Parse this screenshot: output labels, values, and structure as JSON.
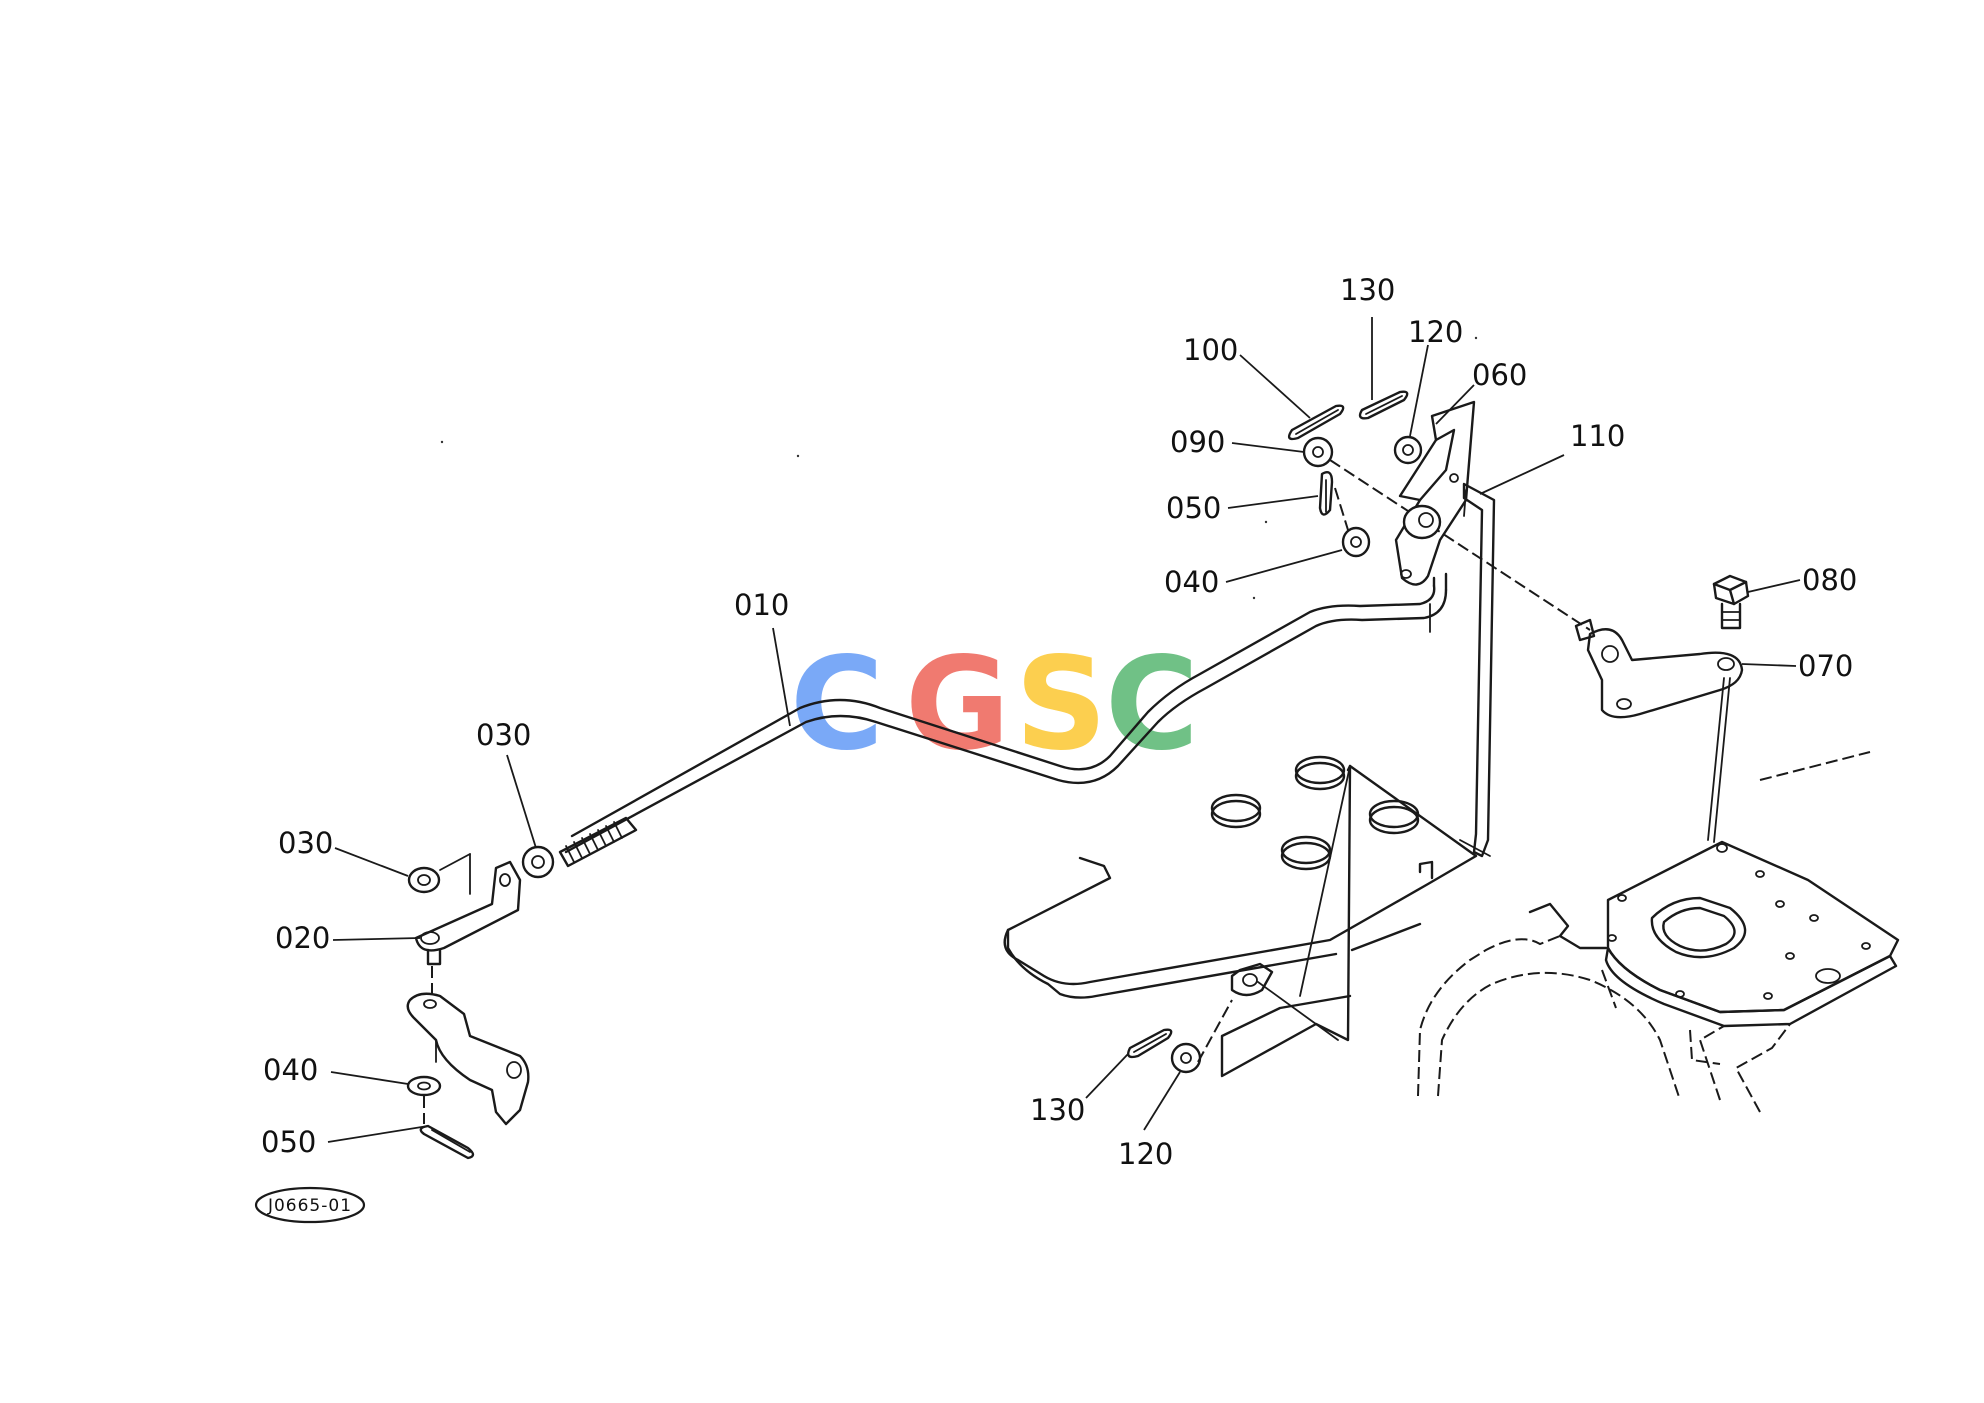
{
  "diagram": {
    "reference_code": "J0665-01",
    "watermark": {
      "letters": [
        "C",
        "G",
        "S",
        "C"
      ],
      "colors": [
        "#4285F4",
        "#EA4335",
        "#FBBC05",
        "#34A853"
      ]
    },
    "callouts": {
      "p010": "010",
      "p020": "020",
      "p030_left": "030",
      "p030_right": "030",
      "p040_left": "040",
      "p050_left": "050",
      "p100": "100",
      "p130_top": "130",
      "p120_top": "120",
      "p060": "060",
      "p110": "110",
      "p090": "090",
      "p050_right": "050",
      "p040_right": "040",
      "p080": "080",
      "p070": "070",
      "p130_bottom": "130",
      "p120_bottom": "120"
    },
    "line_color": "#1a1a1a"
  }
}
